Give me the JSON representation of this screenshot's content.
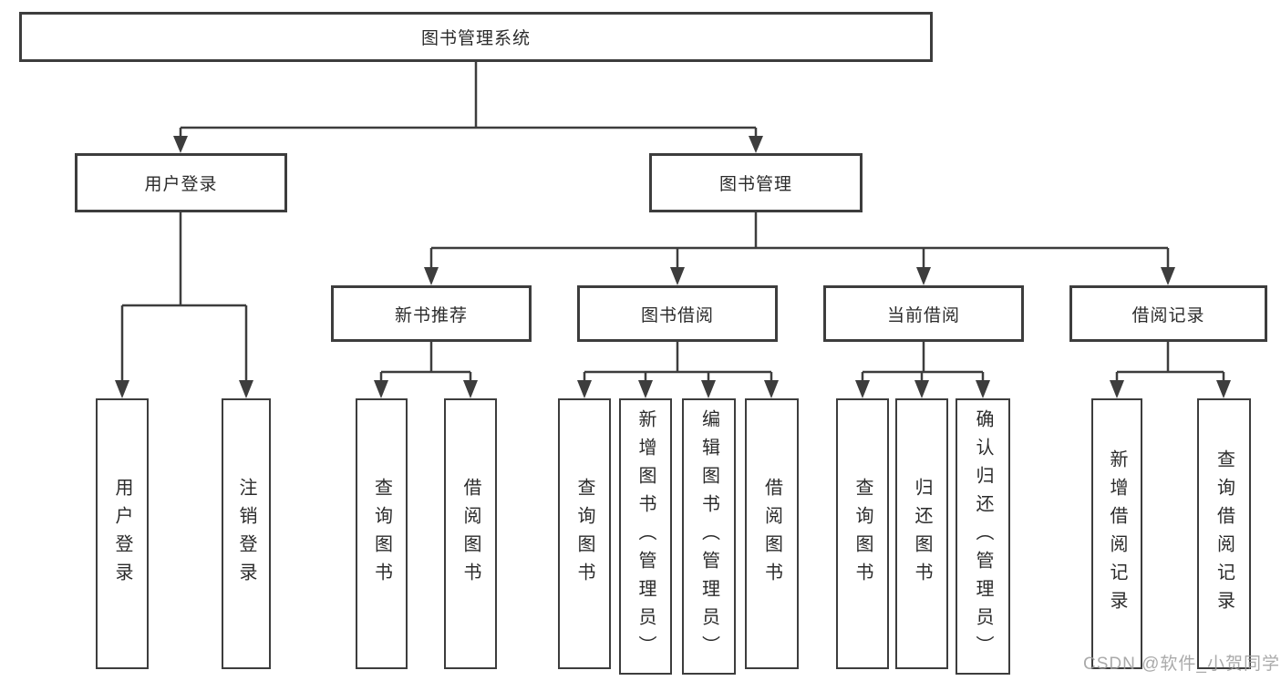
{
  "colors": {
    "line": "#3d3d3d",
    "box_border": "#3d3d3d",
    "box_fill": "#ffffff",
    "text": "#2b2b2b",
    "background": "#ffffff",
    "watermark": "#9b9b9b"
  },
  "root": {
    "label": "图书管理系统"
  },
  "level2": [
    {
      "label": "用户登录"
    },
    {
      "label": "图书管理"
    }
  ],
  "level3": [
    {
      "label": "新书推荐"
    },
    {
      "label": "图书借阅"
    },
    {
      "label": "当前借阅"
    },
    {
      "label": "借阅记录"
    }
  ],
  "leaves": {
    "user_login": [
      {
        "label": "用户登录"
      },
      {
        "label": "注销登录"
      }
    ],
    "new_book": [
      {
        "label": "查询图书"
      },
      {
        "label": "借阅图书"
      }
    ],
    "book_borrow": [
      {
        "label": "查询图书"
      },
      {
        "label": "新增图书（管理员）"
      },
      {
        "label": "编辑图书（管理员）"
      },
      {
        "label": "借阅图书"
      }
    ],
    "current_borrow": [
      {
        "label": "查询图书"
      },
      {
        "label": "归还图书"
      },
      {
        "label": "确认归还（管理员）"
      }
    ],
    "borrow_record": [
      {
        "label": "新增借阅记录"
      },
      {
        "label": "查询借阅记录"
      }
    ]
  },
  "watermark": {
    "label": "CSDN @软件_小贺同学"
  }
}
